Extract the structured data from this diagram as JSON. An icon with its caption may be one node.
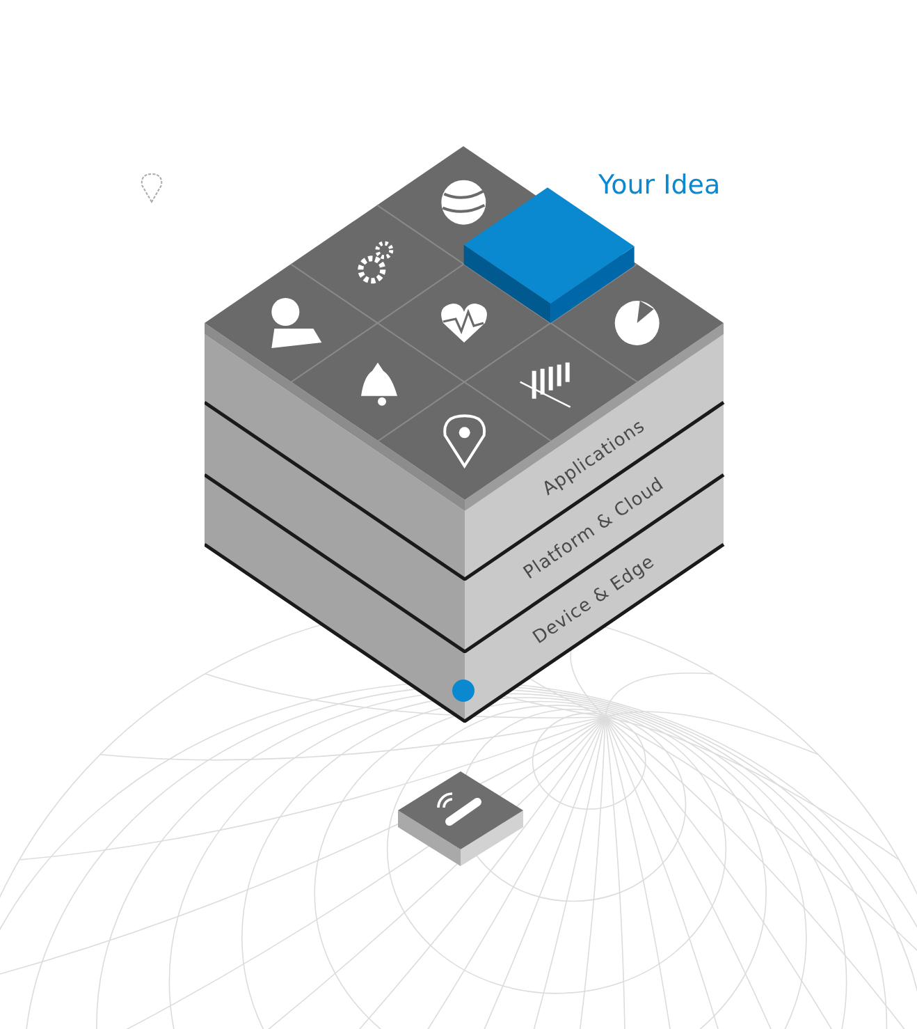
{
  "diagram": {
    "nodes": [
      {
        "text": [
          "Applications"
        ]
      },
      {
        "text": [
          "Platform & Cloud"
        ]
      },
      {
        "text": [
          "Device & Edge"
        ]
      }
    ],
    "labels": [
      "Your Idea"
    ]
  }
}
